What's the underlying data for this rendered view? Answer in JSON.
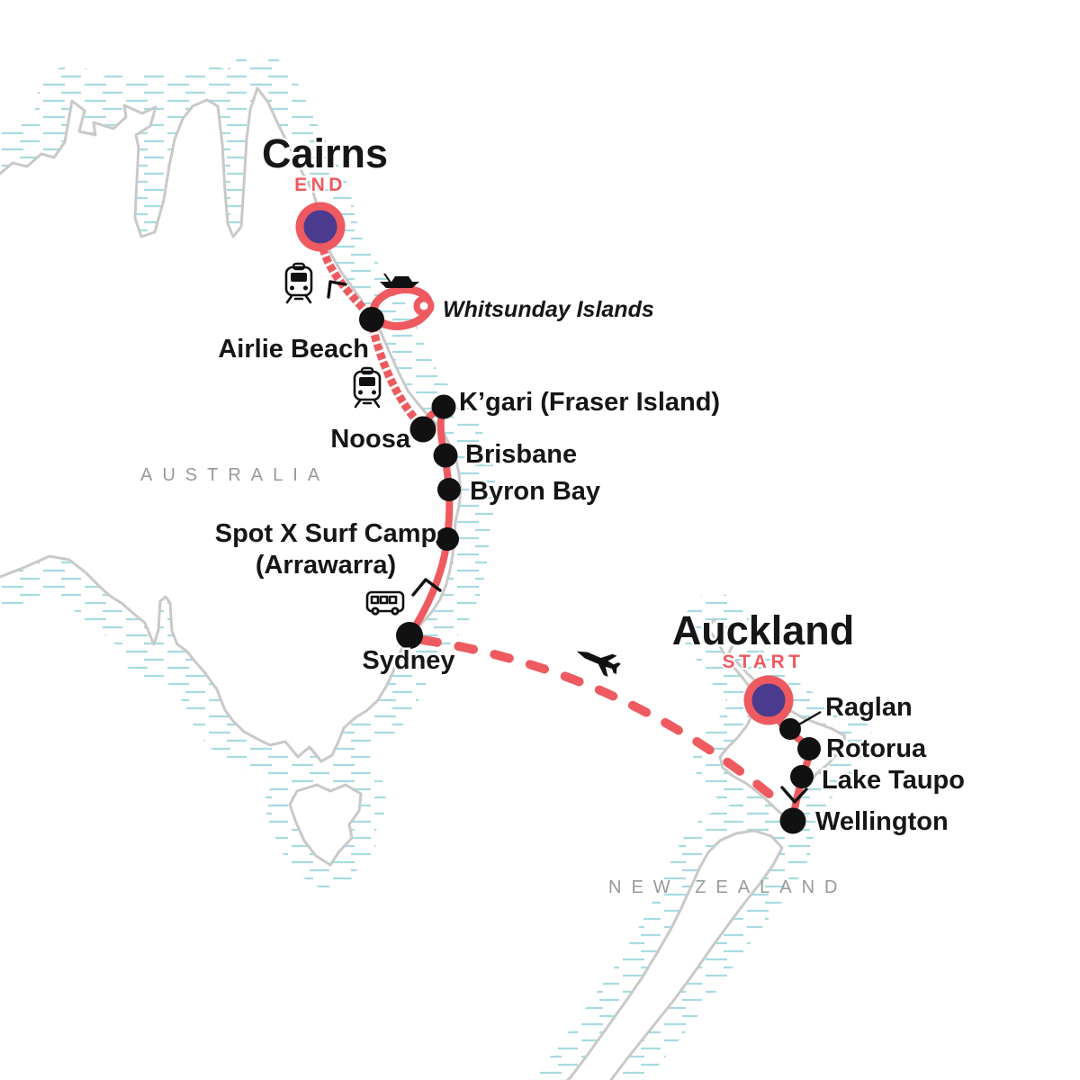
{
  "regions": {
    "australia": "AUSTRALIA",
    "new_zealand": "NEW ZEALAND"
  },
  "markers": {
    "start": {
      "city": "Auckland",
      "badge": "START"
    },
    "end": {
      "city": "Cairns",
      "badge": "END"
    }
  },
  "stops": {
    "airlie_beach": "Airlie Beach",
    "whitsunday_islands": "Whitsunday Islands",
    "kgari": "K’gari (Fraser Island)",
    "noosa": "Noosa",
    "brisbane": "Brisbane",
    "byron_bay": "Byron Bay",
    "spot_x_line1": "Spot X Surf Camp",
    "spot_x_line2": "(Arrawarra)",
    "sydney": "Sydney",
    "raglan": "Raglan",
    "rotorua": "Rotorua",
    "lake_taupo": "Lake Taupo",
    "wellington": "Wellington"
  },
  "icons": {
    "train": "train-icon",
    "boat": "boat-icon",
    "bus": "bus-icon",
    "plane": "plane-icon"
  },
  "colors": {
    "route": "#EE5A5F",
    "marker_inner": "#4B3B8F",
    "stop_dot": "#111111",
    "coastline": "#C9C9C9",
    "sea_hatch": "#A7DCE2",
    "city_label": "#161616",
    "region_label": "#97999B"
  }
}
